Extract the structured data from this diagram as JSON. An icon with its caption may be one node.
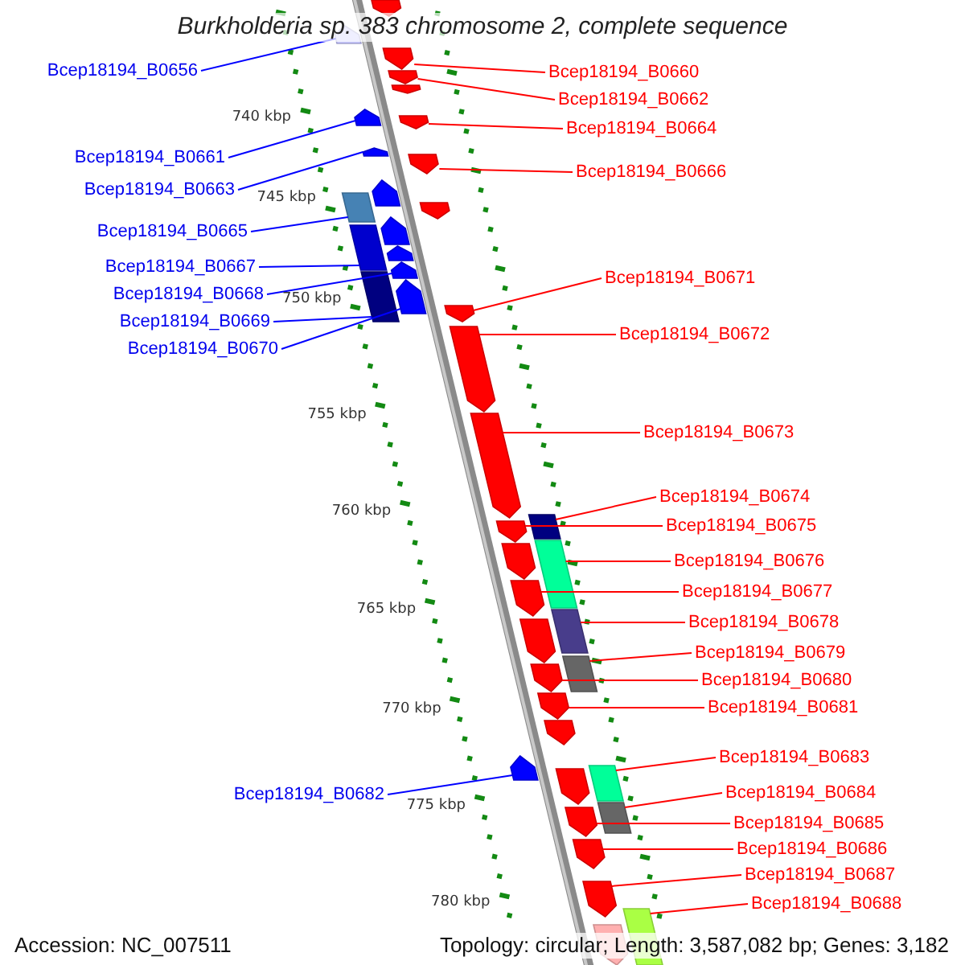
{
  "diagram": {
    "title": "Burkholderia sp. 383 chromosome 2, complete sequence",
    "nodes": [
      {
        "text": [
          "Bcep18194_B0656"
        ]
      },
      {
        "text": [
          "Bcep18194_B0661"
        ]
      },
      {
        "text": [
          "Bcep18194_B0663"
        ]
      },
      {
        "text": [
          "Bcep18194_B0665"
        ]
      },
      {
        "text": [
          "Bcep18194_B0667"
        ]
      },
      {
        "text": [
          "Bcep18194_B0668"
        ]
      },
      {
        "text": [
          "Bcep18194_B0669"
        ]
      },
      {
        "text": [
          "Bcep18194_B0670"
        ]
      },
      {
        "text": [
          "Bcep18194_B0682"
        ]
      },
      {
        "text": [
          "Bcep18194_B0660"
        ]
      },
      {
        "text": [
          "Bcep18194_B0662"
        ]
      },
      {
        "text": [
          "Bcep18194_B0664"
        ]
      },
      {
        "text": [
          "Bcep18194_B0666"
        ]
      },
      {
        "text": [
          "Bcep18194_B0671"
        ]
      },
      {
        "text": [
          "Bcep18194_B0672"
        ]
      },
      {
        "text": [
          "Bcep18194_B0673"
        ]
      },
      {
        "text": [
          "Bcep18194_B0674"
        ]
      },
      {
        "text": [
          "Bcep18194_B0675"
        ]
      },
      {
        "text": [
          "Bcep18194_B0676"
        ]
      },
      {
        "text": [
          "Bcep18194_B0677"
        ]
      },
      {
        "text": [
          "Bcep18194_B0678"
        ]
      },
      {
        "text": [
          "Bcep18194_B0679"
        ]
      },
      {
        "text": [
          "Bcep18194_B0680"
        ]
      },
      {
        "text": [
          "Bcep18194_B0681"
        ]
      },
      {
        "text": [
          "Bcep18194_B0683"
        ]
      },
      {
        "text": [
          "Bcep18194_B0684"
        ]
      },
      {
        "text": [
          "Bcep18194_B0685"
        ]
      },
      {
        "text": [
          "Bcep18194_B0686"
        ]
      },
      {
        "text": [
          "Bcep18194_B0687"
        ]
      },
      {
        "text": [
          "Bcep18194_B0688"
        ]
      },
      {
        "text": [],
        "shape": "arrow"
      },
      {
        "text": [],
        "shape": "arrow"
      },
      {
        "text": [],
        "shape": "arrow"
      },
      {
        "text": [],
        "shape": "arrow"
      },
      {
        "text": [],
        "shape": "arrow"
      },
      {
        "text": [],
        "shape": "arrow"
      },
      {
        "text": [],
        "shape": "arrow"
      },
      {
        "text": [],
        "shape": "arrow"
      },
      {
        "text": [],
        "shape": "arrow"
      },
      {
        "text": [],
        "shape": "arrow"
      },
      {
        "text": [],
        "shape": "box"
      },
      {
        "text": [],
        "shape": "arrow"
      },
      {
        "text": [],
        "shape": "arrow"
      },
      {
        "text": [],
        "shape": "box"
      },
      {
        "text": [],
        "shape": "arrow"
      },
      {
        "text": [],
        "shape": "arrow"
      },
      {
        "text": [],
        "shape": "box"
      },
      {
        "text": [],
        "shape": "arrow"
      },
      {
        "text": [],
        "shape": "arrow"
      },
      {
        "text": [],
        "shape": "arrow"
      },
      {
        "text": [],
        "shape": "arrow"
      },
      {
        "text": [],
        "shape": "box"
      },
      {
        "text": [],
        "shape": "arrow"
      },
      {
        "text": [],
        "shape": "box"
      },
      {
        "text": [],
        "shape": "arrow"
      },
      {
        "text": [],
        "shape": "arrow"
      },
      {
        "text": [],
        "shape": "box"
      },
      {
        "text": [],
        "shape": "arrow"
      },
      {
        "text": [],
        "shape": "box"
      },
      {
        "text": [],
        "shape": "arrow"
      },
      {
        "text": [],
        "shape": "arrow"
      },
      {
        "text": [],
        "shape": "arrow"
      },
      {
        "text": [],
        "shape": "arrow"
      },
      {
        "text": [],
        "shape": "box"
      },
      {
        "text": [],
        "shape": "arrow"
      },
      {
        "text": [],
        "shape": "box"
      },
      {
        "text": [],
        "shape": "arrow"
      },
      {
        "text": [],
        "shape": "arrow"
      },
      {
        "text": [],
        "shape": "arrow"
      },
      {
        "text": [],
        "shape": "box"
      },
      {
        "text": [],
        "shape": "arrow"
      }
    ],
    "edges": [
      {
        "from": 0,
        "to": 31,
        "arrow": "none",
        "color": "#0000ff"
      },
      {
        "from": 1,
        "to": 35,
        "arrow": "none",
        "color": "#0000ff"
      },
      {
        "from": 2,
        "to": 37,
        "arrow": "none",
        "color": "#0000ff"
      },
      {
        "from": 3,
        "to": 40,
        "arrow": "none",
        "color": "#0000ff"
      },
      {
        "from": 4,
        "to": 43,
        "arrow": "none",
        "color": "#0000ff"
      },
      {
        "from": 5,
        "to": 45,
        "arrow": "none",
        "color": "#0000ff"
      },
      {
        "from": 6,
        "to": 46,
        "arrow": "none",
        "color": "#0000ff"
      },
      {
        "from": 7,
        "to": 47,
        "arrow": "none",
        "color": "#0000ff"
      },
      {
        "from": 8,
        "to": 62,
        "arrow": "none",
        "color": "#0000ff"
      },
      {
        "from": 9,
        "to": 32,
        "arrow": "none"
      },
      {
        "from": 10,
        "to": 33,
        "arrow": "none"
      },
      {
        "from": 11,
        "to": 36,
        "arrow": "none"
      },
      {
        "from": 12,
        "to": 38,
        "arrow": "none"
      },
      {
        "from": 13,
        "to": 48,
        "arrow": "none"
      },
      {
        "from": 14,
        "to": 49,
        "arrow": "none"
      },
      {
        "from": 15,
        "to": 50,
        "arrow": "none"
      },
      {
        "from": 16,
        "to": 51,
        "arrow": "none"
      },
      {
        "from": 17,
        "to": 52,
        "arrow": "none"
      },
      {
        "from": 18,
        "to": 53,
        "arrow": "none"
      },
      {
        "from": 19,
        "to": 55,
        "arrow": "none"
      },
      {
        "from": 20,
        "to": 56,
        "arrow": "none"
      },
      {
        "from": 21,
        "to": 58,
        "arrow": "none"
      },
      {
        "from": 22,
        "to": 59,
        "arrow": "none"
      },
      {
        "from": 23,
        "to": 60,
        "arrow": "none"
      },
      {
        "from": 24,
        "to": 63,
        "arrow": "none"
      },
      {
        "from": 25,
        "to": 65,
        "arrow": "none"
      },
      {
        "from": 26,
        "to": 66,
        "arrow": "none"
      },
      {
        "from": 27,
        "to": 67,
        "arrow": "none"
      },
      {
        "from": 28,
        "to": 68,
        "arrow": "none"
      },
      {
        "from": 29,
        "to": 69,
        "arrow": "none"
      }
    ],
    "labels": [
      "740 kbp",
      "745 kbp",
      "750 kbp",
      "755 kbp",
      "760 kbp",
      "765 kbp",
      "770 kbp",
      "775 kbp",
      "780 kbp",
      "Accession: NC_007511",
      "Topology: circular; Length: 3,587,082 bp; Genes: 3,182"
    ]
  }
}
